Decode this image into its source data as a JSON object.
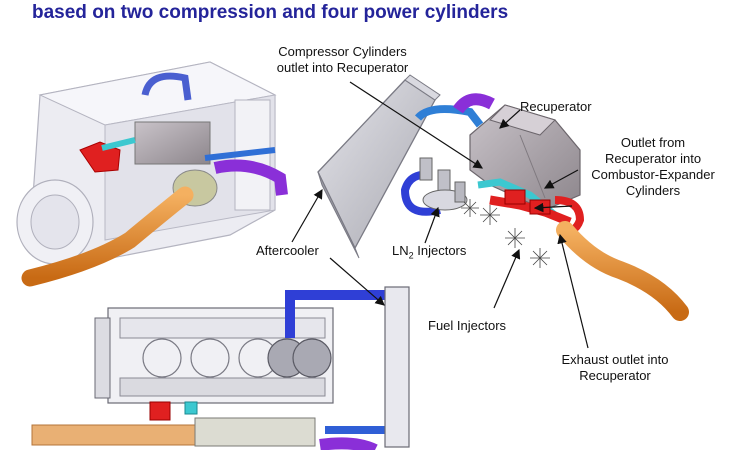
{
  "title": "based on two compression and four power cylinders",
  "labels": {
    "compressor_outlet_1": "Compressor Cylinders",
    "compressor_outlet_2": "outlet into Recuperator",
    "recuperator": "Recuperator",
    "outlet_from_1": "Outlet from",
    "outlet_from_2": "Recuperator into",
    "outlet_from_3": "Combustor-Expander",
    "outlet_from_4": "Cylinders",
    "aftercooler": "Aftercooler",
    "ln2_prefix": "LN",
    "ln2_sub": "2",
    "ln2_suffix": " Injectors",
    "fuel_injectors": "Fuel Injectors",
    "exhaust_1": "Exhaust outlet into",
    "exhaust_2": "Recuperator"
  },
  "colors": {
    "title": "#24249a",
    "pipe_blue": "#2f5fd6",
    "pipe_purple": "#8a2fd8",
    "pipe_orange": "#e08a2a",
    "part_red": "#e02020",
    "part_cyan": "#3cc8d0",
    "recuperator_gray": "#a9a2a8",
    "aftercooler_gray": "#c9c9cf"
  }
}
